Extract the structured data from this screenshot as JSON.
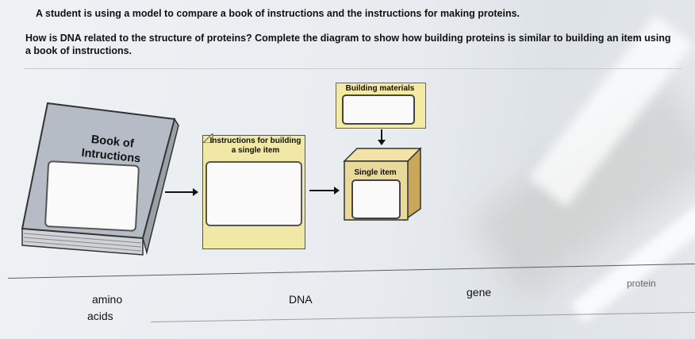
{
  "question": "A student is using a model to compare a book of instructions and the instructions for making proteins.",
  "instructions": "How is DNA related to the structure of proteins? Complete the diagram to show how building proteins is similar to building an item using a book of instructions.",
  "diagram": {
    "book": {
      "title_line1": "Book of",
      "title_line2": "Intructions"
    },
    "card": {
      "label": "Instructions for building a single item"
    },
    "materials": {
      "label": "Building materials"
    },
    "single_item": {
      "label": "Single item"
    }
  },
  "word_bank": {
    "amino_line1": "amino",
    "amino_line2": "acids",
    "dna": "DNA",
    "gene": "gene",
    "protein": "protein"
  },
  "colors": {
    "card_fill": "#f1e8a6",
    "book_fill": "#b6bcc6",
    "box_fill": "#e9d99a"
  }
}
